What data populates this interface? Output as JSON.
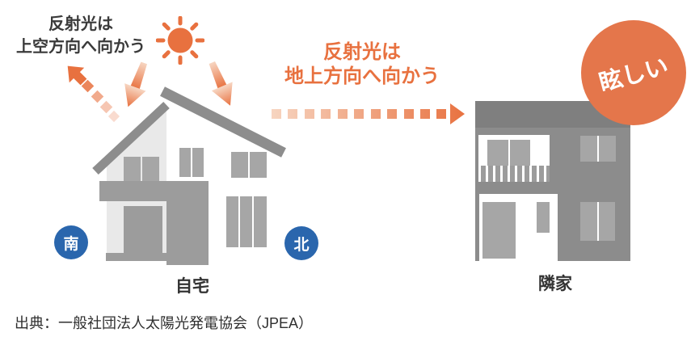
{
  "annotations": {
    "sky_reflection": {
      "line1": "反射光は",
      "line2": "上空方向へ向かう"
    },
    "ground_reflection": {
      "line1": "反射光は",
      "line2": "地上方向へ向かう"
    },
    "glare_badge": "眩しい",
    "direction_south": "南",
    "direction_north": "北"
  },
  "houses": {
    "home_label": "自宅",
    "neighbor_label": "隣家"
  },
  "source": "出典：一般社団法人太陽光発電協会（JPEA）",
  "icons": {
    "sun": "sun-icon",
    "sunlight_left": "sunlight-arrow-left-icon",
    "sunlight_right": "sunlight-arrow-right-icon",
    "sky_reflection_arrow": "sky-reflection-dashed-arrow-icon",
    "ground_reflection_arrow": "ground-reflection-dashed-arrow-icon"
  },
  "colors": {
    "accent": "#e8713f",
    "accent-light": "#f7d6c2",
    "circle": "#e4764b",
    "blue": "#2a66ad",
    "ink": "#333333",
    "wall-light": "#e9e9e9",
    "win": "#a6a6a6",
    "band": "#9c9c9c",
    "roof": "#8d8d8d",
    "neighbor": "#8c8c8c",
    "neighbor-roof": "#7f7f7f"
  }
}
